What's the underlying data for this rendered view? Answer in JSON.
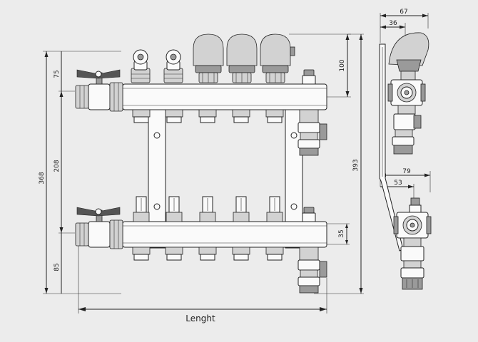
{
  "dimensions": {
    "overall_height": "368",
    "circuit_spacing": "208",
    "top_offset": "75",
    "bottom_offset": "85",
    "actuator_height": "100",
    "total_height": "393",
    "lower_bar_offset": "35",
    "side_depth_total": "67",
    "side_depth_upper": "36",
    "side_depth_lower_total": "79",
    "side_depth_lower": "53"
  },
  "labels": {
    "length": "Lenght"
  }
}
